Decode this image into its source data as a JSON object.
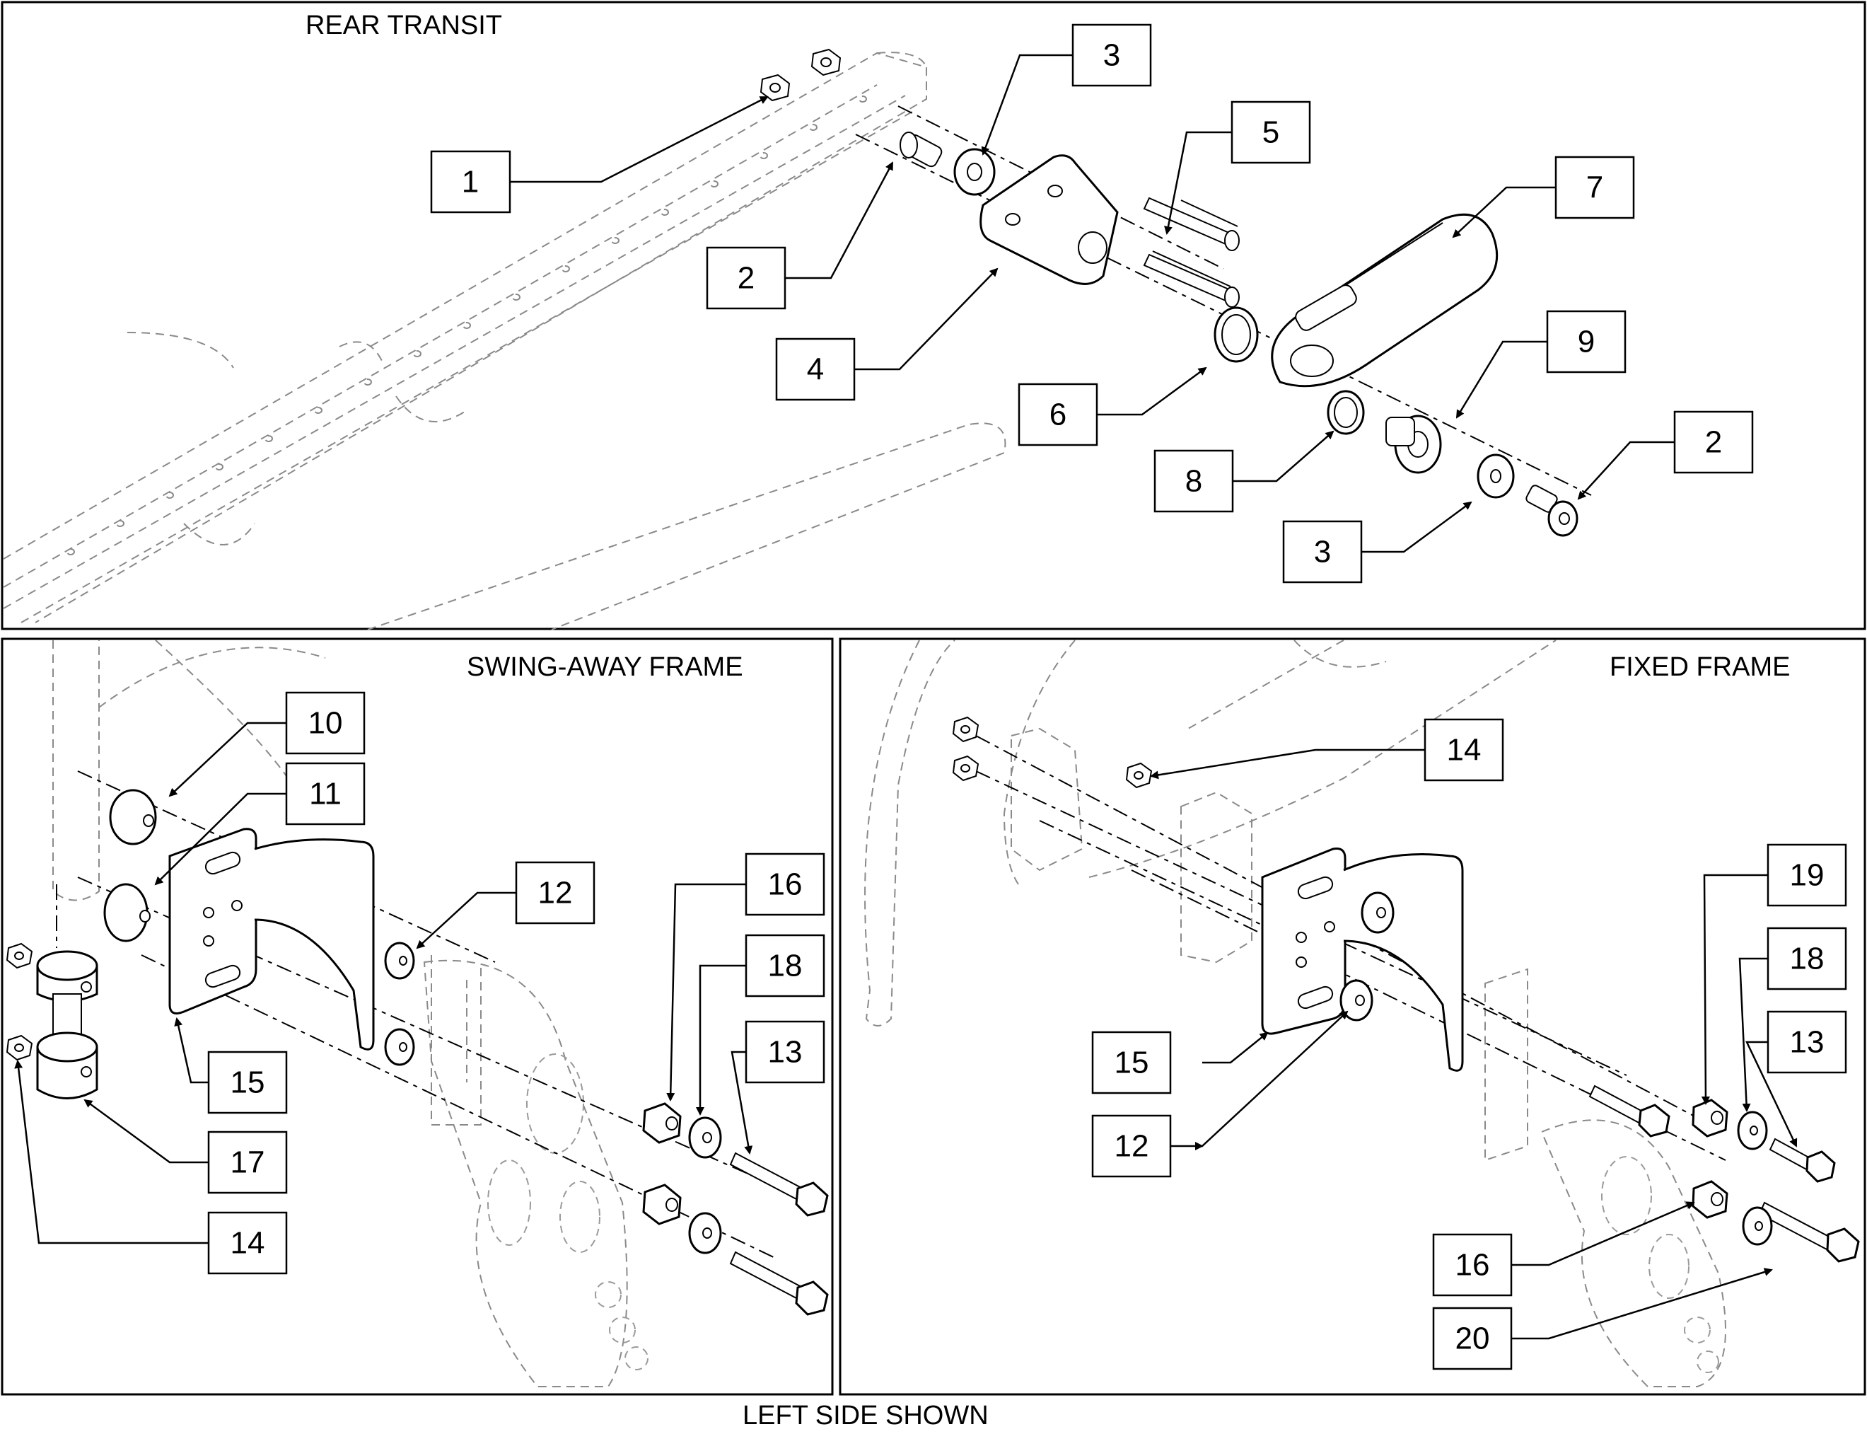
{
  "titles": {
    "rear_transit": "REAR TRANSIT",
    "swing_away": "SWING-AWAY FRAME",
    "fixed": "FIXED FRAME",
    "footer": "LEFT SIDE SHOWN"
  },
  "callouts": {
    "rt_1": "1",
    "rt_2a": "2",
    "rt_3a": "3",
    "rt_4": "4",
    "rt_5": "5",
    "rt_6": "6",
    "rt_7": "7",
    "rt_8": "8",
    "rt_9": "9",
    "rt_2b": "2",
    "rt_3b": "3",
    "sw_10": "10",
    "sw_11": "11",
    "sw_12": "12",
    "sw_16": "16",
    "sw_18": "18",
    "sw_13": "13",
    "sw_15": "15",
    "sw_17": "17",
    "sw_14": "14",
    "ff_14": "14",
    "ff_19": "19",
    "ff_18": "18",
    "ff_13": "13",
    "ff_15": "15",
    "ff_12": "12",
    "ff_16": "16",
    "ff_20": "20"
  }
}
